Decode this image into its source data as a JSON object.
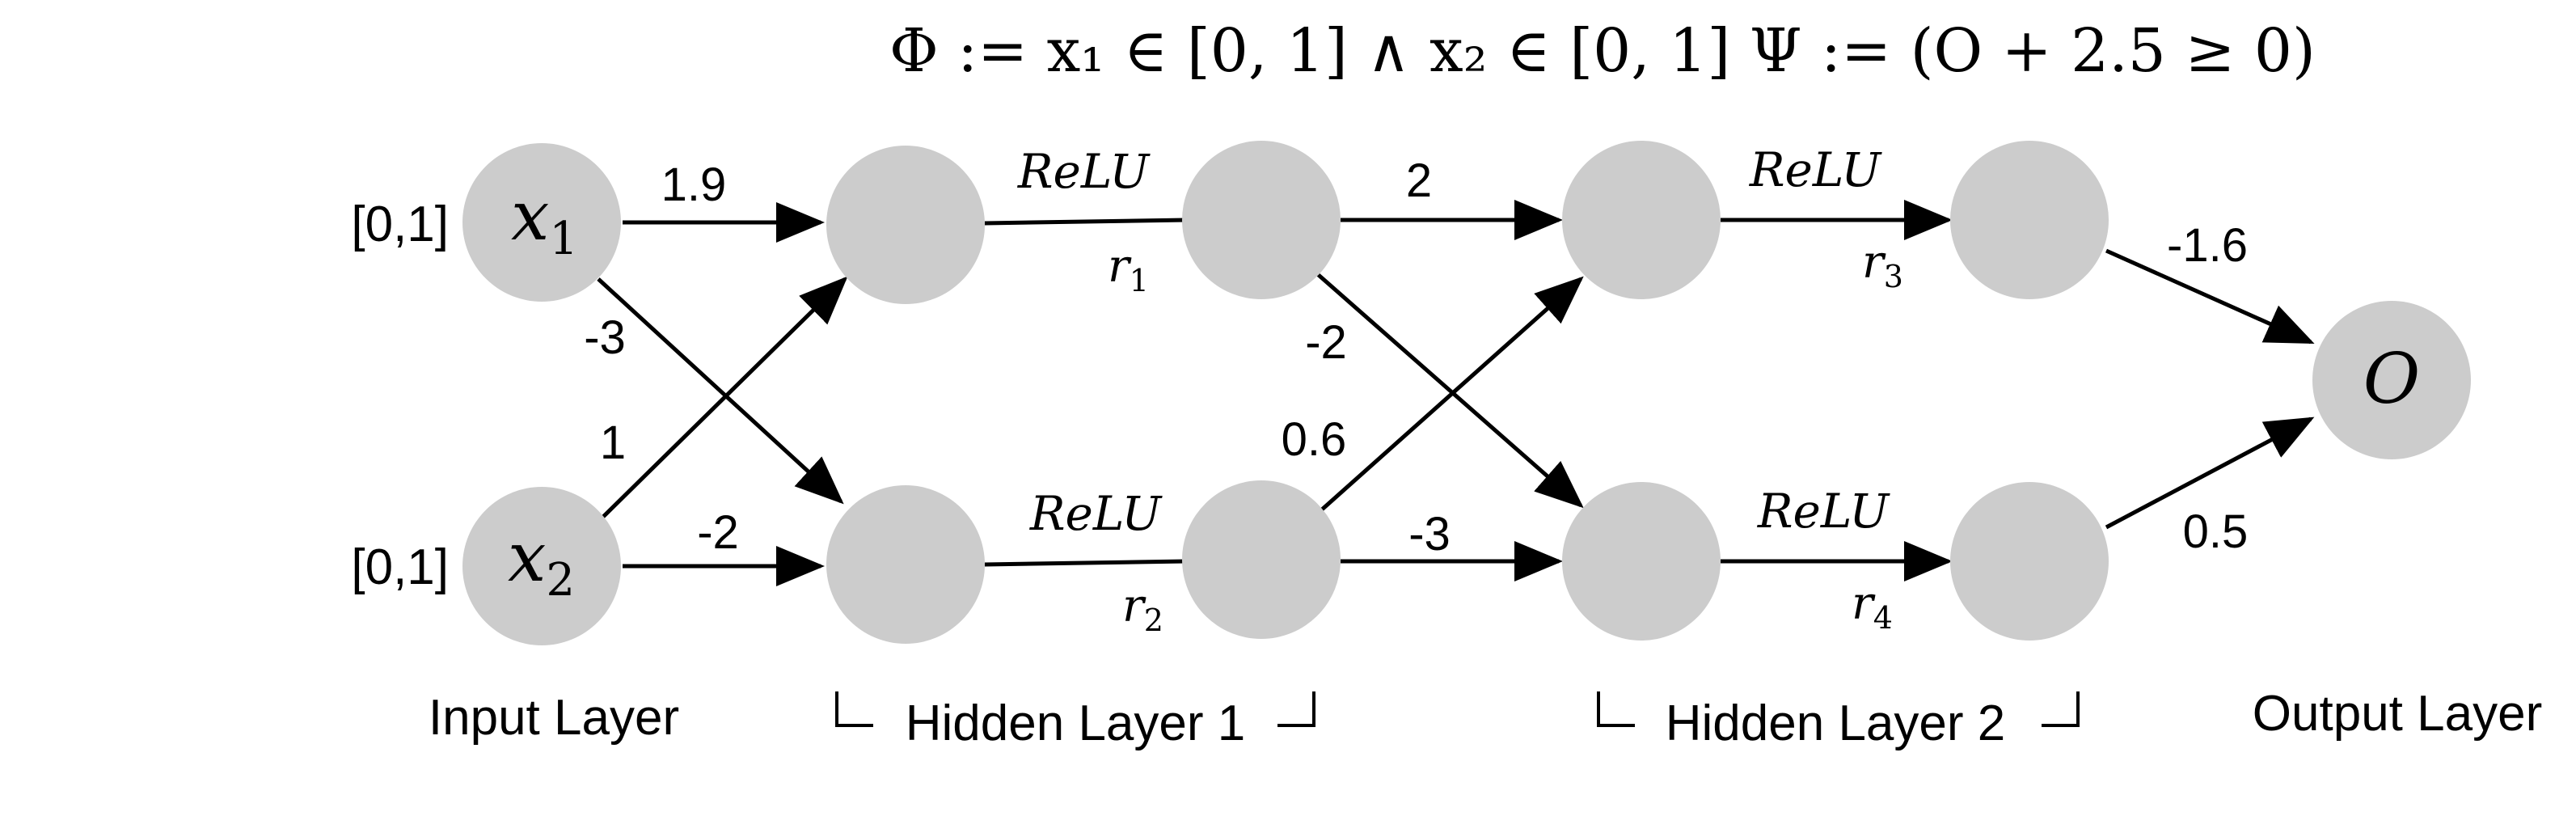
{
  "formula": "Φ := x₁ ∈ [0, 1] ∧ x₂ ∈ [0, 1]   Ψ := (O + 2.5 ≥ 0)",
  "inputs": {
    "x1": {
      "base": "x",
      "sub": "1",
      "range": "[0,1]"
    },
    "x2": {
      "base": "x",
      "sub": "2",
      "range": "[0,1]"
    }
  },
  "output_node": "O",
  "activation": "ReLU",
  "relu_outputs": {
    "r1": {
      "base": "r",
      "sub": "1"
    },
    "r2": {
      "base": "r",
      "sub": "2"
    },
    "r3": {
      "base": "r",
      "sub": "3"
    },
    "r4": {
      "base": "r",
      "sub": "4"
    }
  },
  "weights": {
    "x1_h1a": "1.9",
    "x1_h1b": "-3",
    "x2_h1a": "1",
    "x2_h1b": "-2",
    "r1_h2a": "2",
    "r1_h2b": "-2",
    "r2_h2a": "0.6",
    "r2_h2b": "-3",
    "r3_out": "-1.6",
    "r4_out": "0.5"
  },
  "layers": {
    "input": "Input Layer",
    "hidden1": "Hidden Layer 1",
    "hidden2": "Hidden Layer 2",
    "output": "Output Layer"
  }
}
